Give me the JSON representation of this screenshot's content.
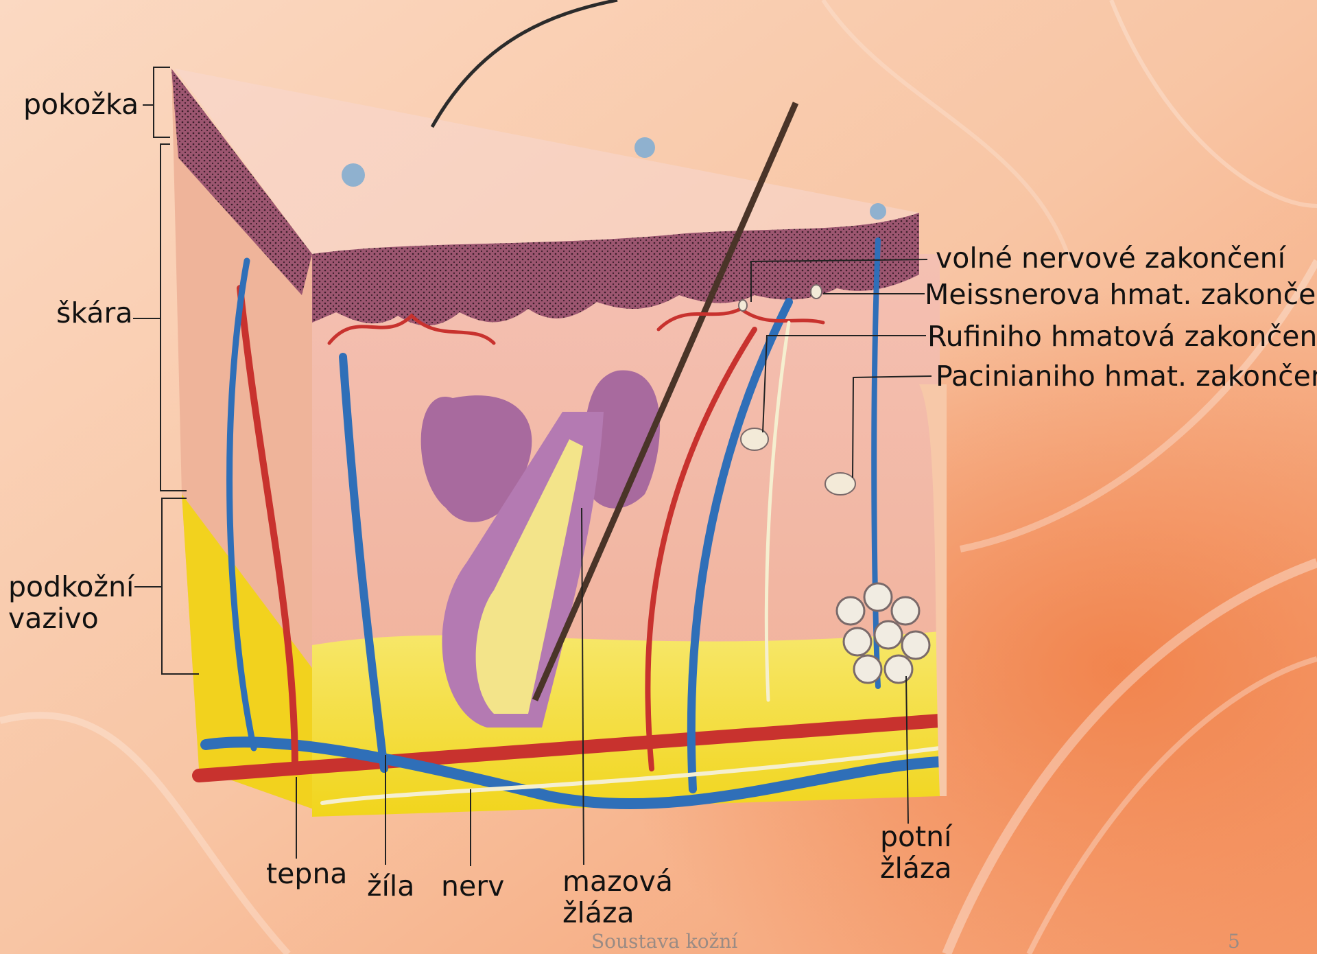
{
  "slide": {
    "footer_title": "Soustava kožní",
    "page_number": "5"
  },
  "labels": {
    "epidermis": "pokožka",
    "dermis": "škára",
    "hypodermis": "podkožní\nvazivo",
    "free_nerve_ending": "volné nervové zakončení",
    "meissner": "Meissnerova hmat. zakončení",
    "ruffini": "Rufiniho hmatová zakončení",
    "pacini": "Pacinianiho hmat. zakončení",
    "artery": "tepna",
    "vein": "žíla",
    "nerve": "nerv",
    "sebaceous_gland": "mazová\nžláza",
    "sweat_gland": "potní\nžláza"
  },
  "colors": {
    "background": "#f7c8a8",
    "epidermis": "#8e4a5e",
    "dermis": "#f2b7a8",
    "fat": "#f4e23c",
    "artery": "#c8322e",
    "vein": "#2f6fb8",
    "nerve": "#f5efd0",
    "hair": "#4a3428"
  }
}
